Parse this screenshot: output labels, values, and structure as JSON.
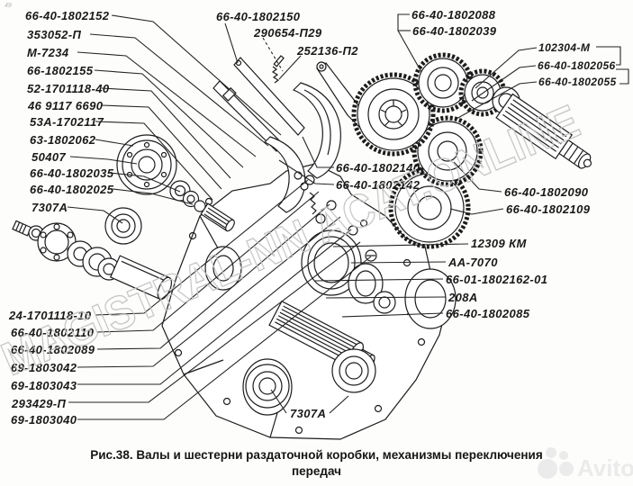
{
  "corner_mark": "49",
  "caption": {
    "line1": "Рис.38. Валы и шестерни раздаточной коробки, механизмы переключения",
    "line2": "передач"
  },
  "watermark": {
    "diagonal_text": "MAGISTRAL-NN ACAT.ONLINE"
  },
  "brand": {
    "name": "Avito"
  },
  "labels": [
    "66-40-1802152",
    "353052-П",
    "М-7234",
    "66-1802155",
    "52-1701118-40",
    "46 9117 6690",
    "53А-1702117",
    "63-1802062",
    "50407",
    "66-40-1802035",
    "66-40-1802025",
    "7307А",
    "24-1701118-10",
    "66-40-1802110",
    "66-40-1802089",
    "69-1803042",
    "69-1803043",
    "293429-П",
    "69-1803040",
    "66-40-1802150",
    "290654-П29",
    "252136-П2",
    "66-40-1802088",
    "66-40-1802039",
    "102304-М",
    "66-40-1802056",
    "66-40-1802055",
    "66-40-1802140",
    "66-40-1802142",
    "66-40-1802090",
    "66-40-1802109",
    "12309 КМ",
    "АА-7070",
    "66-01-1802162-01",
    "208А",
    "66-40-1802085",
    "7307А"
  ]
}
